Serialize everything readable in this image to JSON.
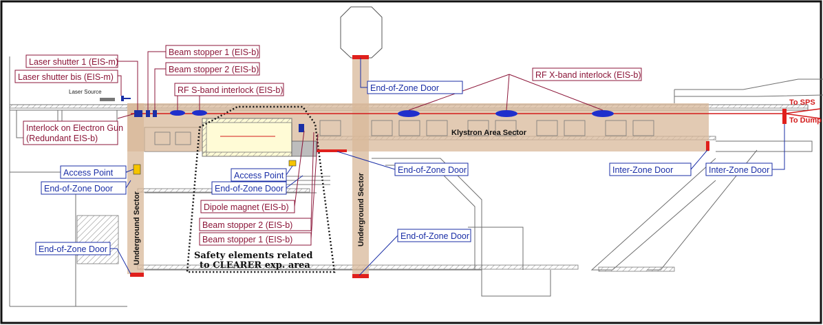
{
  "labels": {
    "laser_shutter_1": "Laser shutter 1 (EIS-m)",
    "laser_shutter_bis": "Laser shutter bis (EIS-m)",
    "laser_source": "Laser Source",
    "beam_stopper_1_top": "Beam stopper 1 (EIS-b)",
    "beam_stopper_2_top": "Beam stopper 2 (EIS-b)",
    "rf_s_band": "RF S-band interlock (EIS-b)",
    "rf_x_band": "RF X-band interlock (EIS-b)",
    "end_of_zone_top": "End-of-Zone Door",
    "interlock_gun_line1": "Interlock on Electron Gun",
    "interlock_gun_line2": "(Redundant EIS-b)",
    "access_point_left": "Access Point",
    "end_of_zone_left": "End-of-Zone Door",
    "end_of_zone_bottom_left": "End-of-Zone Door",
    "access_point_center": "Access Point",
    "end_of_zone_center": "End-of-Zone Door",
    "dipole_magnet": "Dipole magnet (EIS-b)",
    "beam_stopper_2_bottom": "Beam stopper 2 (EIS-b)",
    "beam_stopper_1_bottom": "Beam stopper 1 (EIS-b)",
    "end_of_zone_mid": "End-of-Zone Door",
    "end_of_zone_bottom_mid": "End-of-Zone Door",
    "inter_zone_1": "Inter-Zone Door",
    "inter_zone_2": "Inter-Zone Door",
    "klystron_sector": "Klystron Area Sector",
    "underground_left": "Underground Sector",
    "underground_mid": "Underground Sector",
    "safety_line1": "Safety elements related",
    "safety_line2": "to CLEARER exp. area",
    "to_sps": "To SPS",
    "to_dump": "To Dump"
  },
  "colors": {
    "eis_m_label": "#8b1538",
    "eis_b_label": "#1a2ea6",
    "beamline": "#d31a1a",
    "door": "#e0201c",
    "sector_fill": "#d8b89a",
    "interlock": "#1f2fcc"
  }
}
